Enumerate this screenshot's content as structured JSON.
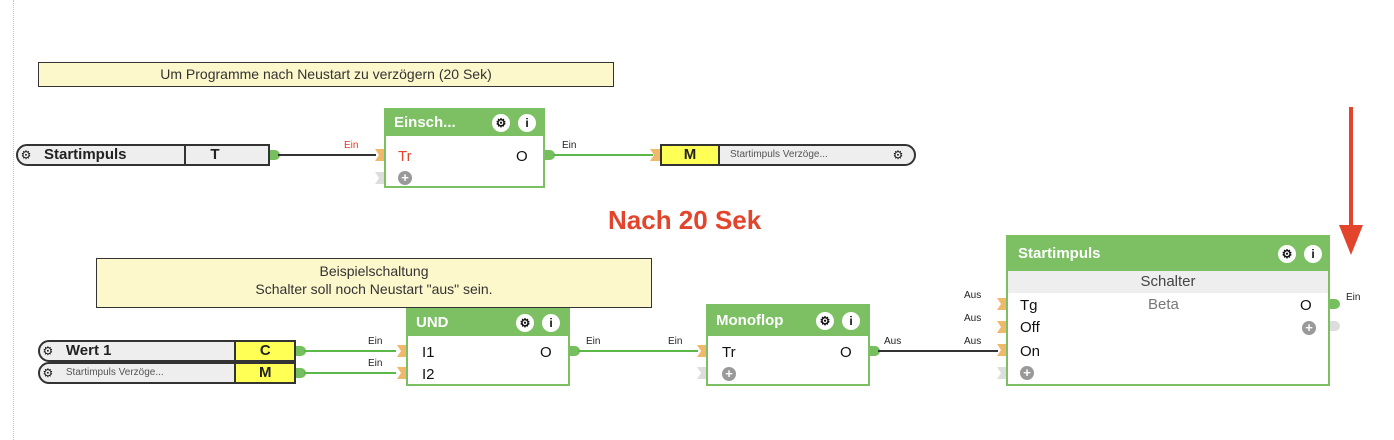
{
  "comments": {
    "top": "Um Programme nach Neustart zu verzögern (20 Sek)",
    "bottom_line1": "Beispielschaltung",
    "bottom_line2": "Schalter soll noch Neustart \"aus\" sein."
  },
  "annotation": {
    "text": "Nach 20 Sek",
    "color": "#e2452c"
  },
  "nodes": {
    "startimpuls_in": {
      "name": "Startimpuls",
      "tag": "T"
    },
    "startimpuls_out": {
      "tag": "M",
      "name": "Startimpuls  Verzöge..."
    },
    "wert1": {
      "name": "Wert 1",
      "tag": "C"
    },
    "startimpuls_verz": {
      "name": "Startimpuls  Verzöge...",
      "tag": "M"
    }
  },
  "blocks": {
    "einsch": {
      "title": "Einsch...",
      "inputs": [
        "Tr"
      ],
      "output": "O"
    },
    "und": {
      "title": "UND",
      "inputs": [
        "I1",
        "I2"
      ],
      "output": "O"
    },
    "monoflop": {
      "title": "Monoflop",
      "inputs": [
        "Tr"
      ],
      "output": "O"
    },
    "startimpuls": {
      "title": "Startimpuls",
      "subtitle": "Schalter",
      "note": "Beta",
      "inputs": [
        "Tg",
        "Off",
        "On"
      ],
      "output": "O"
    }
  },
  "wire_labels": {
    "ein": "Ein",
    "aus": "Aus"
  },
  "icons": {
    "gear": "⚙",
    "info": "i",
    "plus": "+"
  }
}
